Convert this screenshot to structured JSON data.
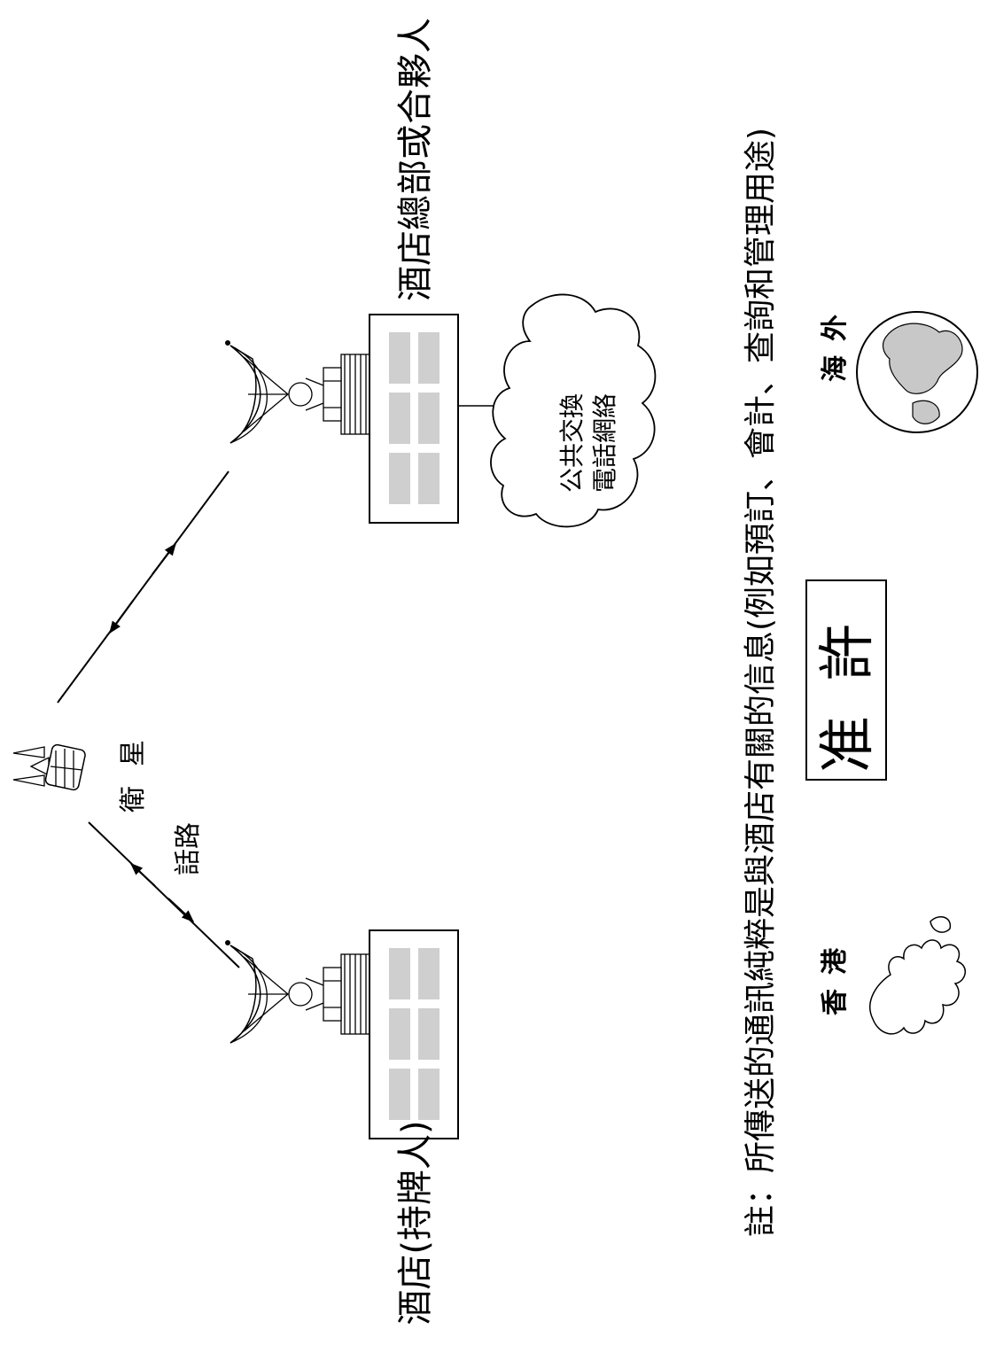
{
  "labels": {
    "hotel_licensee": "酒店(持牌人)",
    "hotel_hq": "酒店總部或合夥人",
    "satellite": "衛星",
    "link": "話路",
    "pstn_line1": "公共交換",
    "pstn_line2": "電話網絡",
    "permit": "准許",
    "hong_kong": "香港",
    "overseas": "海外",
    "note": "註：所傳送的通訊純粹是與酒店有關的信息(例如預訂、會計、查詢和管理用途)"
  },
  "colors": {
    "line": "#000000",
    "window": "#cfcfcf",
    "land": "#c8c8c8",
    "background": "#ffffff"
  },
  "icons": [
    "satellite-icon",
    "dish-antenna-icon",
    "building-icon",
    "cloud-icon",
    "globe-icon",
    "hong-kong-map-icon"
  ]
}
